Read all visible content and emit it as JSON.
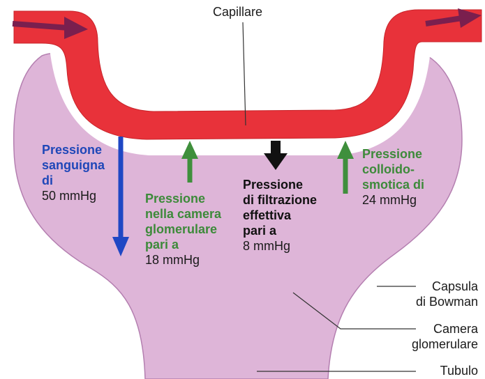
{
  "labels": {
    "capillare": "Capillare",
    "blood_pressure": {
      "lines": [
        "Pressione",
        "sanguigna",
        "di"
      ],
      "value": "50 mmHg"
    },
    "chamber_pressure": {
      "lines": [
        "Pressione",
        "nella camera",
        "glomerulare",
        "pari a"
      ],
      "value": "18 mmHg"
    },
    "filtration_pressure": {
      "lines": [
        "Pressione",
        "di filtrazione",
        "effettiva",
        "pari a"
      ],
      "value": "8 mmHg"
    },
    "colloid_pressure": {
      "lines": [
        "Pressione",
        "colloido-",
        "smotica di"
      ],
      "value": "24 mmHg"
    },
    "capsula_bowman": [
      "Capsula",
      "di Bowman"
    ],
    "camera_glomerulare": [
      "Camera",
      "glomerulare"
    ],
    "tubulo": "Tubulo"
  },
  "colors": {
    "capillary": "#e8323a",
    "capsule": "#deb5d8",
    "blue_arrow": "#1f47c4",
    "green_arrow": "#3f8f3c",
    "black_arrow": "#111111",
    "flow_arrow": "#7a1f4e"
  },
  "icons": [
    "flow-in-arrow-icon",
    "flow-out-arrow-icon",
    "down-blue-arrow-icon",
    "up-green-arrow-icon",
    "down-black-arrow-icon"
  ]
}
